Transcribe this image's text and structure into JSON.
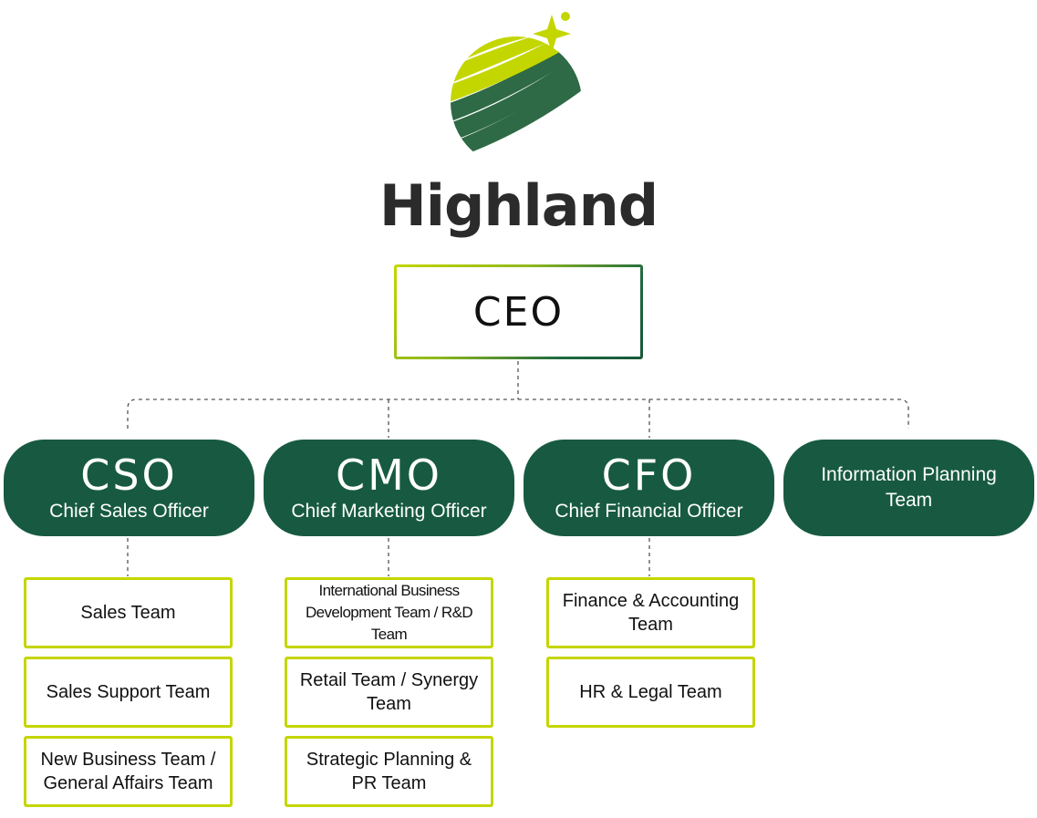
{
  "brand": {
    "name": "Highland",
    "logo_icon": "globe-star-logo-icon",
    "colors": {
      "lime": "#c4d600",
      "green": "#175a41"
    }
  },
  "ceo": {
    "label": "CEO"
  },
  "executives": [
    {
      "abbr": "CSO",
      "title": "Chief Sales Officer",
      "teams": [
        "Sales Team",
        "Sales Support Team",
        "New Business Team / General Affairs Team"
      ]
    },
    {
      "abbr": "CMO",
      "title": "Chief Marketing Officer",
      "teams": [
        "International Business Development Team / R&D Team",
        "Retail Team / Synergy Team",
        "Strategic Planning & PR Team"
      ]
    },
    {
      "abbr": "CFO",
      "title": "Chief Financial Officer",
      "teams": [
        "Finance & Accounting Team",
        "HR & Legal Team"
      ]
    },
    {
      "title": "Information Planning Team"
    }
  ]
}
